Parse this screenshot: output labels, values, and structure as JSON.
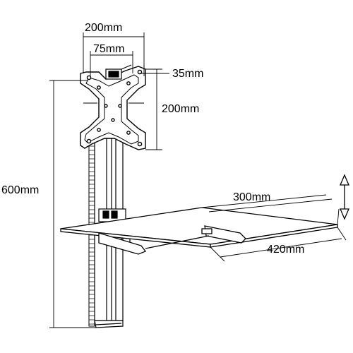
{
  "dimensions": {
    "vesa_width": "200mm",
    "vesa_inner_width": "75mm",
    "clamp_offset": "35mm",
    "vesa_height": "200mm",
    "pole_height": "600mm",
    "shelf_depth": "300mm",
    "shelf_width": "420mm"
  },
  "icons": {
    "height_adjust": "double-arrow-icon"
  },
  "colors": {
    "line": "#000000",
    "background": "#ffffff"
  }
}
